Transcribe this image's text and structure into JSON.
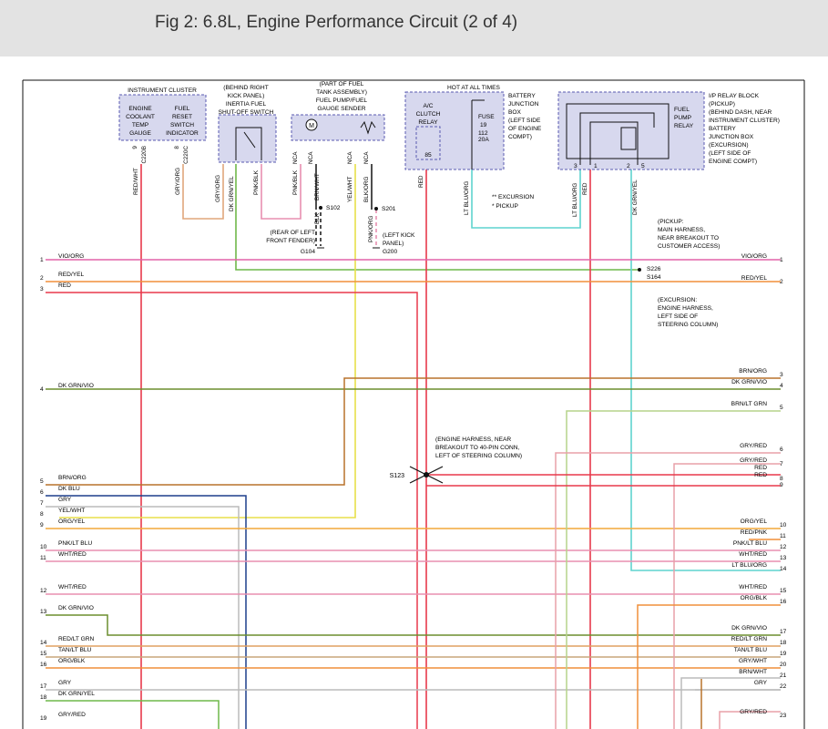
{
  "header": {
    "title": "Fig 2: 6.8L, Engine Performance Circuit (2 of 4)"
  },
  "components": {
    "cluster": {
      "title": "INSTRUMENT CLUSTER",
      "gauge": [
        "ENGINE",
        "COOLANT",
        "TEMP",
        "GAUGE"
      ],
      "indicator": [
        "FUEL",
        "RESET",
        "SWITCH",
        "INDICATOR"
      ],
      "pins": [
        "9",
        "8"
      ],
      "conns": [
        "C220B",
        "C220C"
      ]
    },
    "inertia": {
      "labels": [
        "(BEHIND RIGHT",
        "KICK PANEL)",
        "INERTIA FUEL",
        "SHUT-OFF SWITCH"
      ]
    },
    "fuelpump": {
      "labels": [
        "(PART OF FUEL",
        "TANK ASSEMBLY)",
        "FUEL PUMP/FUEL",
        "GAUGE SENDER"
      ],
      "motor": "M"
    },
    "hot": {
      "label": "HOT AT ALL TIMES"
    },
    "battery": {
      "labels": [
        "BATTERY",
        "JUNCTION",
        "BOX",
        "(LEFT SIDE",
        "OF ENGINE",
        "COMPT)"
      ]
    },
    "ac_relay": {
      "labels": [
        "A/C",
        "CLUTCH",
        "RELAY"
      ],
      "pin": "85"
    },
    "fuse": {
      "labels": [
        "FUSE",
        "19",
        "112",
        "20A"
      ],
      "marks": [
        "*",
        "**"
      ]
    },
    "legend": {
      "pickup": "* PICKUP",
      "excursion": "** EXCURSION"
    },
    "relay_block": {
      "labels": [
        "I/P RELAY BLOCK",
        "(PICKUP)",
        "(BEHIND DASH, NEAR",
        "INSTRUMENT CLUSTER)",
        "BATTERY",
        "JUNCTION BOX",
        "(EXCURSION)",
        "(LEFT SIDE OF",
        "ENGINE COMPT)"
      ],
      "relay": [
        "FUEL",
        "PUMP",
        "RELAY"
      ],
      "pins": [
        "3",
        "1",
        "2",
        "5"
      ]
    },
    "splices": {
      "s102": "S102",
      "s201": "S201",
      "s226": "S226",
      "s164": "S164",
      "s123": "S123",
      "g104": "G104",
      "g200": "G200"
    },
    "notes": {
      "fender": [
        "(REAR OF LEFT",
        "FRONT FENDER)"
      ],
      "kick": [
        "(LEFT KICK",
        "PANEL)"
      ],
      "pickup": [
        "(PICKUP:",
        "MAIN HARNESS,",
        "NEAR BREAKOUT TO",
        "CUSTOMER ACCESS)"
      ],
      "excursion": [
        "(EXCURSION:",
        "ENGINE HARNESS,",
        "LEFT SIDE OF",
        "STEERING COLUMN)"
      ],
      "engine": [
        "(ENGINE HARNESS, NEAR",
        "BREAKOUT TO 40-PIN CONN,",
        "LEFT OF STEERING COLUMN)"
      ]
    }
  },
  "wire_labels": {
    "red_wht": "RED/WHT",
    "gry_org": "GRY/ORG",
    "gry_org2": "GRY/ORG",
    "dk_grn_yel": "DK GRN/YEL",
    "pnk_blk": "PNK/BLK",
    "nca1": "NCA",
    "pnk_blk2": "PNK/BLK",
    "nca2": "NCA",
    "brn_wht": "BRN/WHT",
    "nca3": "NCA",
    "nca4": "NCA",
    "yel_wht": "YEL/WHT",
    "blk_org": "BLK/ORG",
    "blk": "BLK",
    "pnk_org": "PNK/ORG",
    "red": "RED",
    "lt_blu_org": "LT BLU/ORG",
    "lt_blu_org2": "LT BLU/ORG",
    "red2": "RED",
    "dk_grn_yel2": "DK GRN/YEL"
  },
  "left_rows": [
    {
      "n": "1",
      "label": "VIO/ORG"
    },
    {
      "n": "2",
      "label": "RED/YEL"
    },
    {
      "n": "3",
      "label": "RED"
    },
    {
      "n": "4",
      "label": "DK GRN/VIO"
    },
    {
      "n": "5",
      "label": "BRN/ORG"
    },
    {
      "n": "6",
      "label": "DK BLU"
    },
    {
      "n": "7",
      "label": "GRY"
    },
    {
      "n": "8",
      "label": "YEL/WHT"
    },
    {
      "n": "9",
      "label": "ORG/YEL"
    },
    {
      "n": "10",
      "label": "PNK/LT BLU"
    },
    {
      "n": "11",
      "label": "WHT/RED"
    },
    {
      "n": "12",
      "label": "WHT/RED"
    },
    {
      "n": "13",
      "label": "DK GRN/VIO"
    },
    {
      "n": "14",
      "label": "RED/LT GRN"
    },
    {
      "n": "15",
      "label": "TAN/LT BLU"
    },
    {
      "n": "16",
      "label": "ORG/BLK"
    },
    {
      "n": "17",
      "label": "GRY"
    },
    {
      "n": "18",
      "label": "DK GRN/YEL"
    },
    {
      "n": "19",
      "label": "GRY/RED"
    }
  ],
  "right_rows": [
    {
      "n": "1",
      "label": "VIO/ORG"
    },
    {
      "n": "2",
      "label": "RED/YEL"
    },
    {
      "n": "3",
      "label": "BRN/ORG"
    },
    {
      "n": "4",
      "label": "DK GRN/VIO"
    },
    {
      "n": "5",
      "label": "BRN/LT GRN"
    },
    {
      "n": "6",
      "label": "GRY/RED"
    },
    {
      "n": "7",
      "label": "GRY/RED"
    },
    {
      "n": "",
      "label": "RED"
    },
    {
      "n": "8",
      "label": "RED"
    },
    {
      "n": "9",
      "label": ""
    },
    {
      "n": "10",
      "label": "ORG/YEL"
    },
    {
      "n": "11",
      "label": "RED/PNK"
    },
    {
      "n": "12",
      "label": "PNK/LT BLU"
    },
    {
      "n": "13",
      "label": "WHT/RED"
    },
    {
      "n": "14",
      "label": "LT BLU/ORG"
    },
    {
      "n": "15",
      "label": "WHT/RED"
    },
    {
      "n": "16",
      "label": "ORG/BLK"
    },
    {
      "n": "17",
      "label": "DK GRN/VIO"
    },
    {
      "n": "18",
      "label": "RED/LT GRN"
    },
    {
      "n": "19",
      "label": "TAN/LT BLU"
    },
    {
      "n": "20",
      "label": "GRY/WHT"
    },
    {
      "n": "21",
      "label": "BRN/WHT"
    },
    {
      "n": "22",
      "label": "GRY"
    },
    {
      "n": "23",
      "label": "GRY/RED"
    }
  ]
}
